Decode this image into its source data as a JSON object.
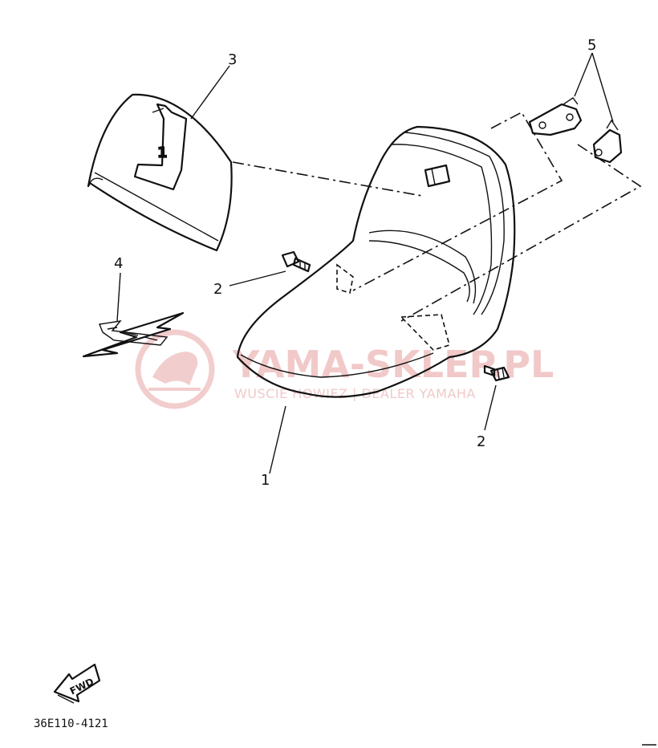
{
  "watermark": {
    "main": "YAMA-SKLEP.PL",
    "sub": "WUSCIE HOWIEZ | DEALER YAMAHA",
    "color": "#e9a6a6"
  },
  "callouts": {
    "seat": "1",
    "bolt_left": "2",
    "bolt_right": "2",
    "seat_cover": "3",
    "emblem": "4",
    "bracket": "5"
  },
  "emblem": {
    "letter": "1"
  },
  "direction_arrow": {
    "label": "FWD"
  },
  "figure_code": "36E110-4121"
}
